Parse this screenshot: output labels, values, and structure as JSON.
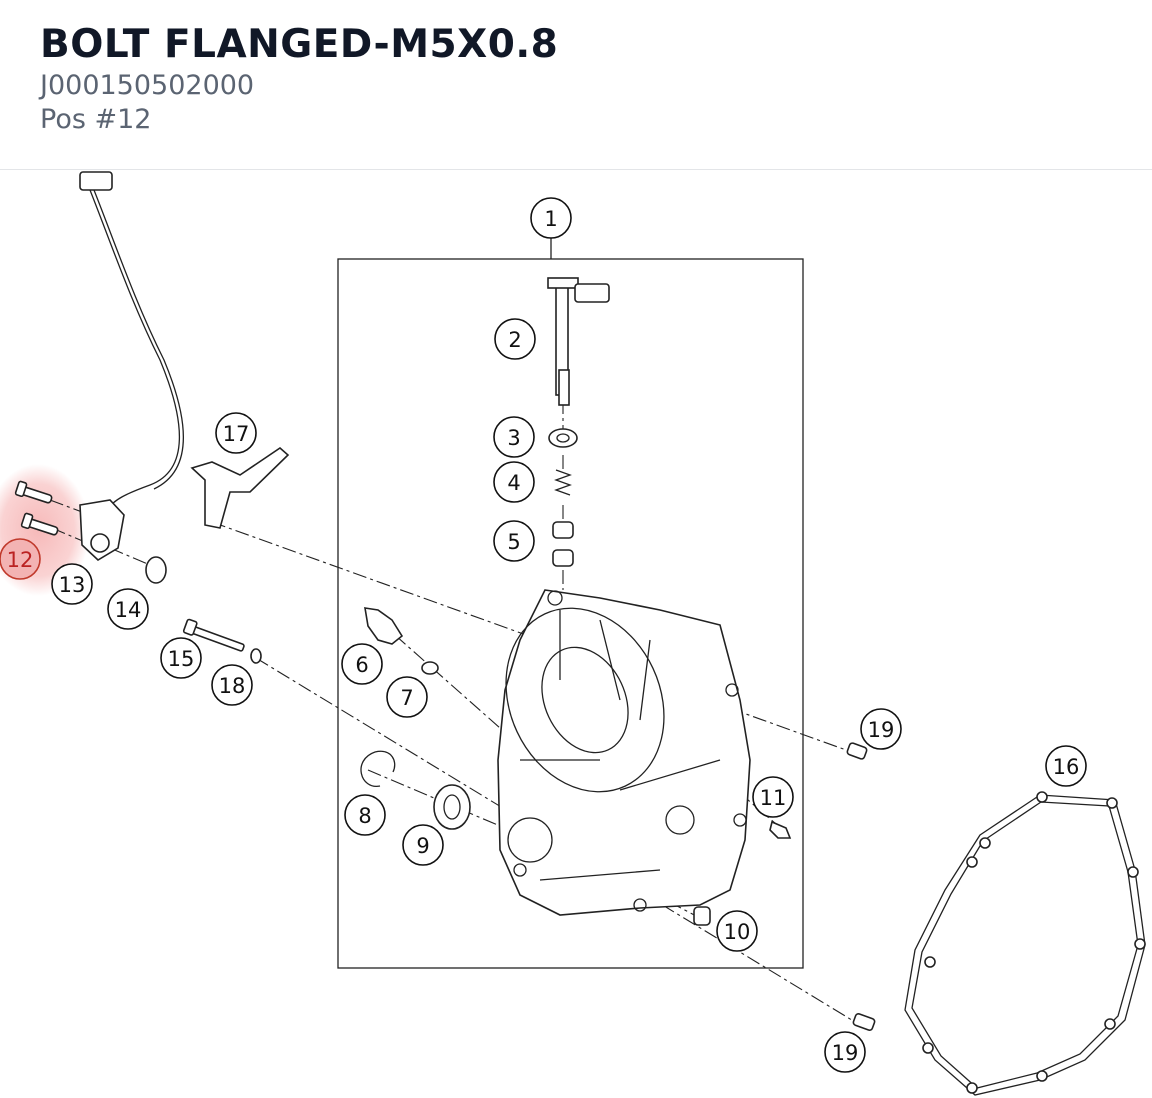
{
  "header": {
    "title": "BOLT FLANGED-M5X0.8",
    "part_number": "J000150502000",
    "position": "Pos #12"
  },
  "highlight_color": "#f08080",
  "callouts": [
    {
      "id": "c1",
      "label": "1"
    },
    {
      "id": "c2",
      "label": "2"
    },
    {
      "id": "c3",
      "label": "3"
    },
    {
      "id": "c4",
      "label": "4"
    },
    {
      "id": "c5",
      "label": "5"
    },
    {
      "id": "c6",
      "label": "6"
    },
    {
      "id": "c7",
      "label": "7"
    },
    {
      "id": "c8",
      "label": "8"
    },
    {
      "id": "c9",
      "label": "9"
    },
    {
      "id": "c10",
      "label": "10"
    },
    {
      "id": "c11",
      "label": "11"
    },
    {
      "id": "c12",
      "label": "12",
      "selected": true
    },
    {
      "id": "c13",
      "label": "13"
    },
    {
      "id": "c14",
      "label": "14"
    },
    {
      "id": "c15",
      "label": "15"
    },
    {
      "id": "c16",
      "label": "16"
    },
    {
      "id": "c17",
      "label": "17"
    },
    {
      "id": "c18",
      "label": "18"
    },
    {
      "id": "c19a",
      "label": "19"
    },
    {
      "id": "c19b",
      "label": "19"
    }
  ]
}
